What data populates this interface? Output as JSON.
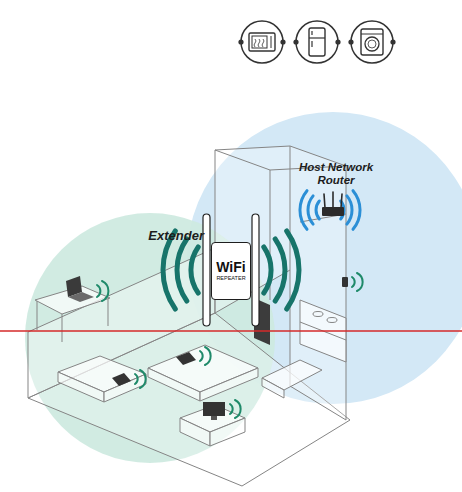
{
  "diagram": {
    "nodes": [
      {
        "text": [
          "Host Network Router"
        ]
      },
      {
        "text": [
          "Extender",
          "WiFi",
          "REPEATER"
        ]
      }
    ]
  }
}
